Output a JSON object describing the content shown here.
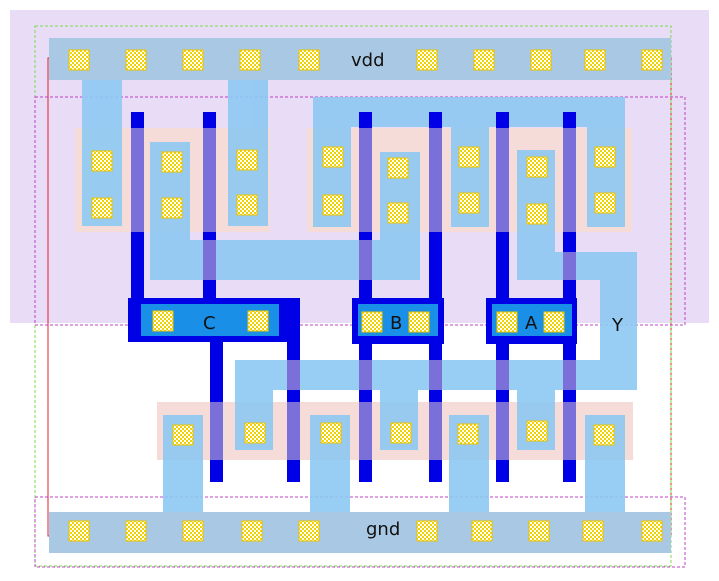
{
  "layout_view": {
    "labels": {
      "vdd": "vdd",
      "gnd": "gnd",
      "input_c": "C",
      "input_b": "B",
      "input_a": "A",
      "output_y": "Y"
    },
    "layers": [
      {
        "name": "nwell",
        "color": "#e9dcf7"
      },
      {
        "name": "diffusion",
        "color": "#f6dcd8"
      },
      {
        "name": "metal1",
        "color": "#8ec9f3"
      },
      {
        "name": "poly",
        "color": "#0000e6"
      },
      {
        "name": "metal1-poly-overlap",
        "color": "#7b6fd9"
      },
      {
        "name": "contact",
        "color": "#f2d200"
      },
      {
        "name": "power-rail",
        "color": "#a9c8e3"
      }
    ]
  }
}
